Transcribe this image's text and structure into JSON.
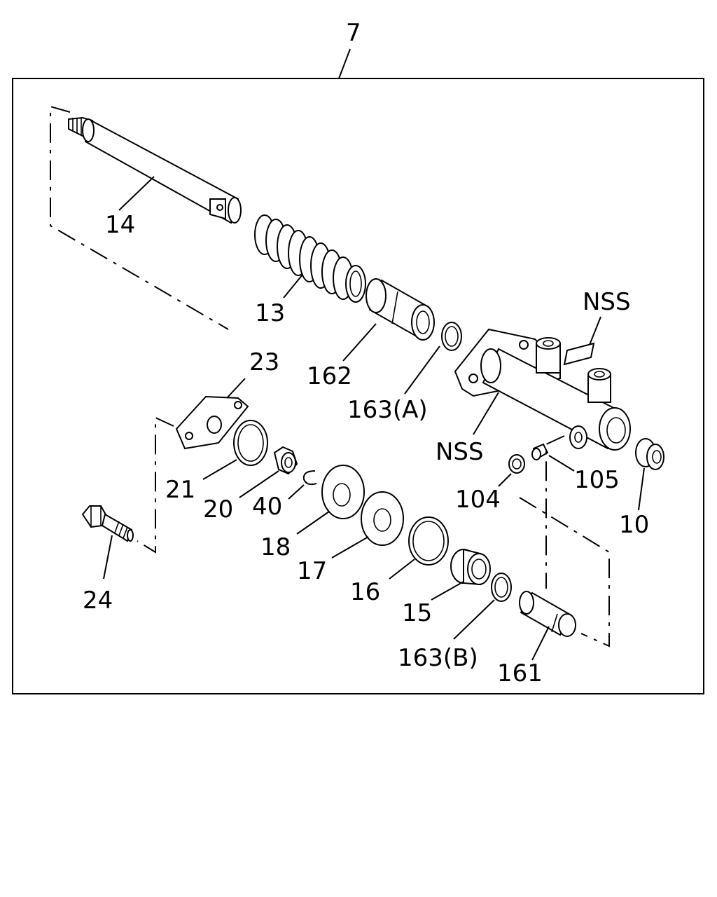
{
  "callouts": {
    "c7": "7",
    "c14": "14",
    "c13": "13",
    "c162": "162",
    "c163a": "163(A)",
    "cNSS1": "NSS",
    "cNSS2": "NSS",
    "c23": "23",
    "c21": "21",
    "c20": "20",
    "c40": "40",
    "c18": "18",
    "c17": "17",
    "c16": "16",
    "c15": "15",
    "c163b": "163(B)",
    "c161": "161",
    "c104": "104",
    "c105": "105",
    "c10": "10",
    "c24": "24"
  }
}
